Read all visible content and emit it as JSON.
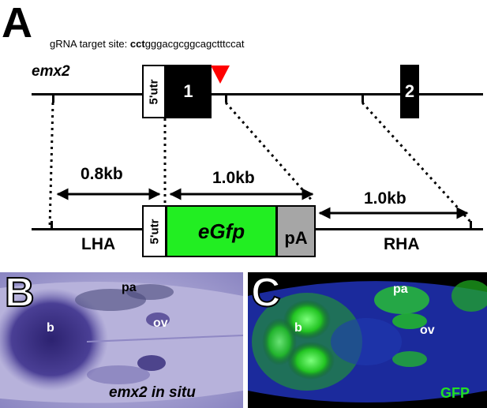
{
  "panels": {
    "a": "A",
    "b": "B",
    "c": "C"
  },
  "grna": {
    "label": "gRNA target site: ",
    "pam": "cct",
    "sequence": "gggacgcggcagctttccat"
  },
  "gene": {
    "name": "emx2",
    "utr_label": "5'utr",
    "exon1_label": "1",
    "exon2_label": "2"
  },
  "construct": {
    "utr_label": "5'utr",
    "egfp_label": "eGfp",
    "pa_label": "pA",
    "lha_label": "LHA",
    "rha_label": "RHA",
    "lha_size": "0.8kb",
    "egfp_size": "1.0kb",
    "rha_size": "1.0kb"
  },
  "panel_b": {
    "label_b": "b",
    "label_pa": "pa",
    "label_ov": "ov",
    "caption": "emx2 in situ"
  },
  "panel_c": {
    "label_b": "b",
    "label_pa": "pa",
    "label_ov": "ov",
    "caption": "GFP"
  },
  "colors": {
    "egfp": "#22ee22",
    "pa": "#a6a6a6",
    "cut_site": "#ff0000",
    "in_situ_stain": "#4a3f95",
    "gfp": "#22e022",
    "dapi": "#1b2a9c"
  }
}
